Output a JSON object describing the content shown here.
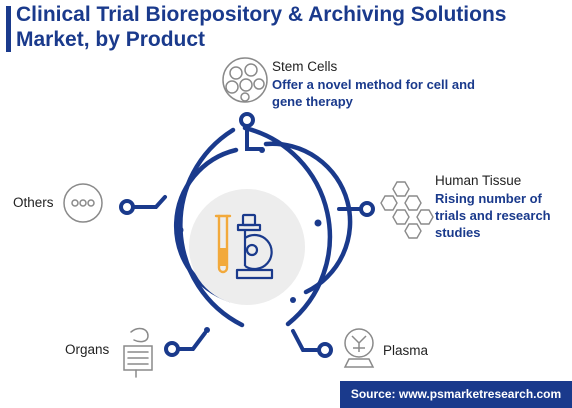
{
  "title": "Clinical Trial Biorepository & Archiving Solutions Market, by Product",
  "segments": {
    "stem_cells": {
      "label": "Stem Cells",
      "description": "Offer a novel method for cell and gene therapy"
    },
    "human_tissue": {
      "label": "Human Tissue",
      "description": "Rising number of trials and research studies"
    },
    "others": {
      "label": "Others"
    },
    "organs": {
      "label": "Organs"
    },
    "plasma": {
      "label": "Plasma"
    }
  },
  "source": "Source: www.psmarketresearch.com",
  "colors": {
    "primary": "#1a3a8c",
    "accent": "#f2a93b",
    "icon_gray": "#8a8a8a"
  }
}
